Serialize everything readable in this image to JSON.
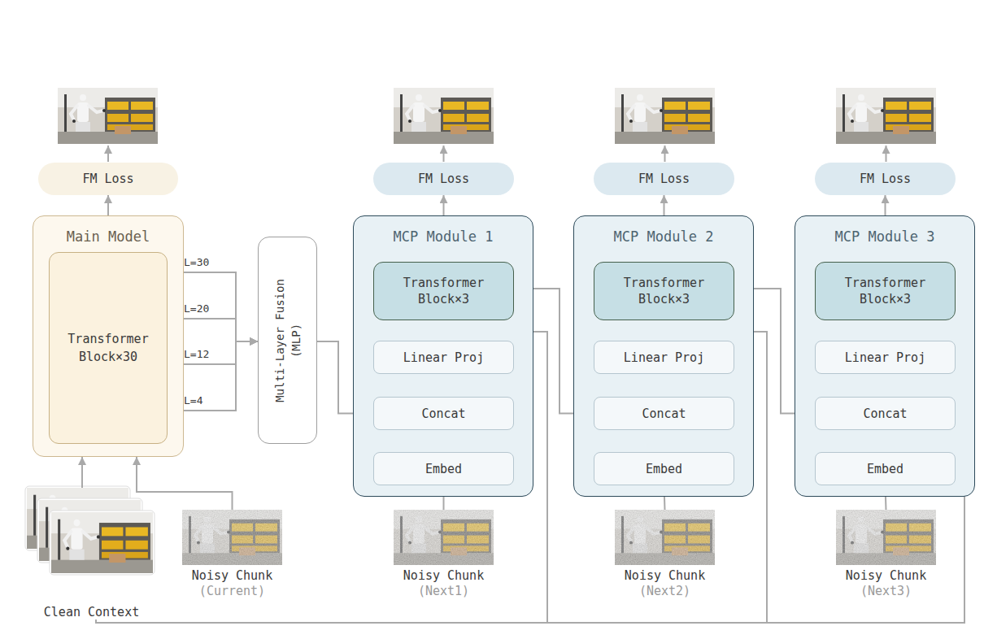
{
  "diagram": {
    "nodes": [
      {
        "text": [
          "Main Model"
        ]
      },
      {
        "text": [
          "Transformer Block×30"
        ],
        "in": 0
      },
      {
        "text": [
          "FM Loss"
        ]
      },
      {
        "text": [
          "Multi-Layer Fusion (MLP)"
        ]
      },
      {
        "text": [
          "MCP Module 1"
        ]
      },
      {
        "text": [
          "Transformer Block×3"
        ],
        "in": 4
      },
      {
        "text": [
          "Linear Proj"
        ],
        "in": 4
      },
      {
        "text": [
          "Concat"
        ],
        "in": 4
      },
      {
        "text": [
          "Embed"
        ],
        "in": 4
      },
      {
        "text": [
          "FM Loss"
        ]
      },
      {
        "text": [
          "MCP Module 2"
        ]
      },
      {
        "text": [
          "Transformer Block×3"
        ],
        "in": 10
      },
      {
        "text": [
          "Linear Proj"
        ],
        "in": 10
      },
      {
        "text": [
          "Concat"
        ],
        "in": 10
      },
      {
        "text": [
          "Embed"
        ],
        "in": 10
      },
      {
        "text": [
          "FM Loss"
        ]
      },
      {
        "text": [
          "MCP Module 3"
        ]
      },
      {
        "text": [
          "Transformer Block×3"
        ],
        "in": 16
      },
      {
        "text": [
          "Linear Proj"
        ],
        "in": 16
      },
      {
        "text": [
          "Concat"
        ],
        "in": 16
      },
      {
        "text": [
          "Embed"
        ],
        "in": 16
      },
      {
        "text": [
          "FM Loss"
        ]
      },
      {
        "text": [
          "Clean Context"
        ]
      },
      {
        "text": [
          "Noisy Chunk",
          "(Current)"
        ]
      },
      {
        "text": [
          "Noisy Chunk",
          "(Next1)"
        ]
      },
      {
        "text": [
          "Noisy Chunk",
          "(Next2)"
        ]
      },
      {
        "text": [
          "Noisy Chunk",
          "(Next3)"
        ]
      }
    ],
    "edges": [
      {
        "from": 22,
        "to": 0,
        "arrow": "to"
      },
      {
        "from": 23,
        "to": 0,
        "arrow": "to"
      },
      {
        "from": 0,
        "to": 2,
        "arrow": "to"
      },
      {
        "from": 1,
        "to": 3,
        "label": "L=30",
        "arrow": "to"
      },
      {
        "from": 1,
        "to": 3,
        "label": "L=20",
        "arrow": "to"
      },
      {
        "from": 1,
        "to": 3,
        "label": "L=12",
        "arrow": "to"
      },
      {
        "from": 1,
        "to": 3,
        "label": "L=4",
        "arrow": "to"
      },
      {
        "from": 3,
        "to": 7,
        "arrow": "to"
      },
      {
        "from": 8,
        "to": 7,
        "arrow": "to"
      },
      {
        "from": 7,
        "to": 6,
        "arrow": "to"
      },
      {
        "from": 6,
        "to": 5,
        "arrow": "to"
      },
      {
        "from": 5,
        "to": 9,
        "arrow": "to"
      },
      {
        "from": 24,
        "to": 8,
        "arrow": "to"
      },
      {
        "from": 5,
        "to": 13,
        "arrow": "to"
      },
      {
        "from": 14,
        "to": 13,
        "arrow": "to"
      },
      {
        "from": 13,
        "to": 12,
        "arrow": "to"
      },
      {
        "from": 12,
        "to": 11,
        "arrow": "to"
      },
      {
        "from": 11,
        "to": 15,
        "arrow": "to"
      },
      {
        "from": 25,
        "to": 14,
        "arrow": "to"
      },
      {
        "from": 11,
        "to": 19,
        "arrow": "to"
      },
      {
        "from": 20,
        "to": 19,
        "arrow": "to"
      },
      {
        "from": 19,
        "to": 18,
        "arrow": "to"
      },
      {
        "from": 18,
        "to": 17,
        "arrow": "to"
      },
      {
        "from": 17,
        "to": 21,
        "arrow": "to"
      },
      {
        "from": 26,
        "to": 20,
        "arrow": "to"
      },
      {
        "from": 22,
        "to": 5,
        "arrow": "to"
      },
      {
        "from": 22,
        "to": 11,
        "arrow": "to"
      },
      {
        "from": 22,
        "to": 17,
        "arrow": "to"
      }
    ]
  }
}
